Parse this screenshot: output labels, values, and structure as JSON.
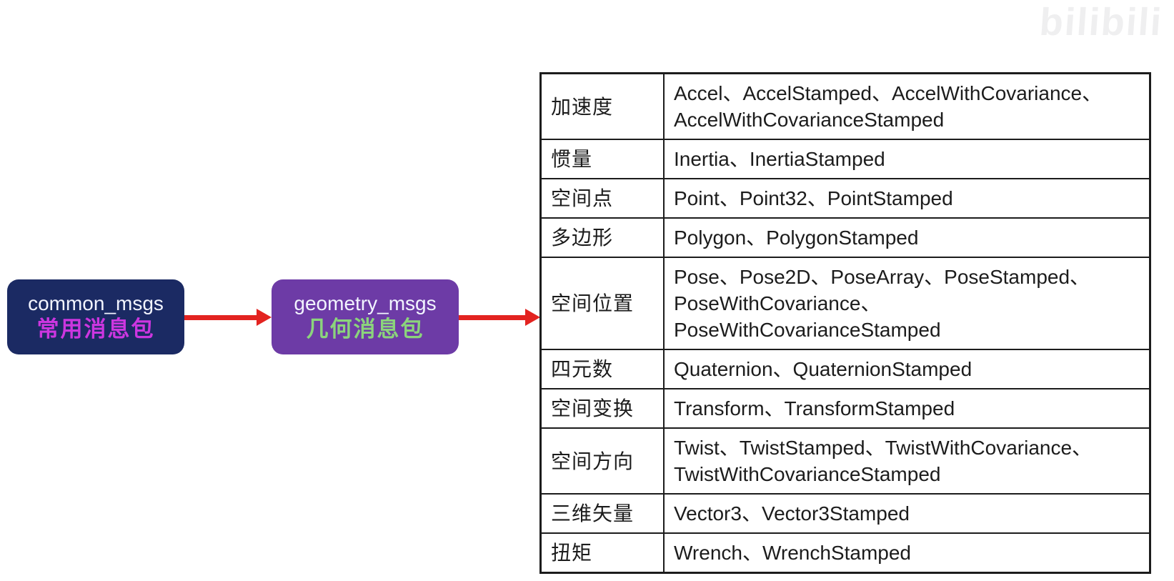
{
  "watermark": {
    "text": "bilibili"
  },
  "diagram": {
    "arrow_color": "#e32320",
    "nodes": [
      {
        "id": "common-msgs",
        "title": "common_msgs",
        "subtitle": "常用消息包",
        "bg_color": "#1b2a63",
        "title_color": "#f2f4ff",
        "subtitle_color": "#cc36e0"
      },
      {
        "id": "geometry-msgs",
        "title": "geometry_msgs",
        "subtitle": "几何消息包",
        "bg_color": "#6d3ba6",
        "title_color": "#f2f4ff",
        "subtitle_color": "#8bd47c"
      }
    ]
  },
  "table": {
    "rows": [
      {
        "label": "加速度",
        "types": [
          "Accel、AccelStamped、AccelWithCovariance、",
          "AccelWithCovarianceStamped"
        ]
      },
      {
        "label": "惯量",
        "types": [
          "Inertia、InertiaStamped"
        ]
      },
      {
        "label": "空间点",
        "types": [
          "Point、Point32、PointStamped"
        ]
      },
      {
        "label": "多边形",
        "types": [
          "Polygon、PolygonStamped"
        ]
      },
      {
        "label": "空间位置",
        "types": [
          "Pose、Pose2D、PoseArray、PoseStamped、",
          "PoseWithCovariance、",
          "PoseWithCovarianceStamped"
        ]
      },
      {
        "label": "四元数",
        "types": [
          "Quaternion、QuaternionStamped"
        ]
      },
      {
        "label": "空间变换",
        "types": [
          "Transform、TransformStamped"
        ]
      },
      {
        "label": "空间方向",
        "types": [
          "Twist、TwistStamped、TwistWithCovariance、",
          "TwistWithCovarianceStamped"
        ]
      },
      {
        "label": "三维矢量",
        "types": [
          "Vector3、Vector3Stamped"
        ]
      },
      {
        "label": "扭矩",
        "types": [
          "Wrench、WrenchStamped"
        ]
      }
    ]
  }
}
